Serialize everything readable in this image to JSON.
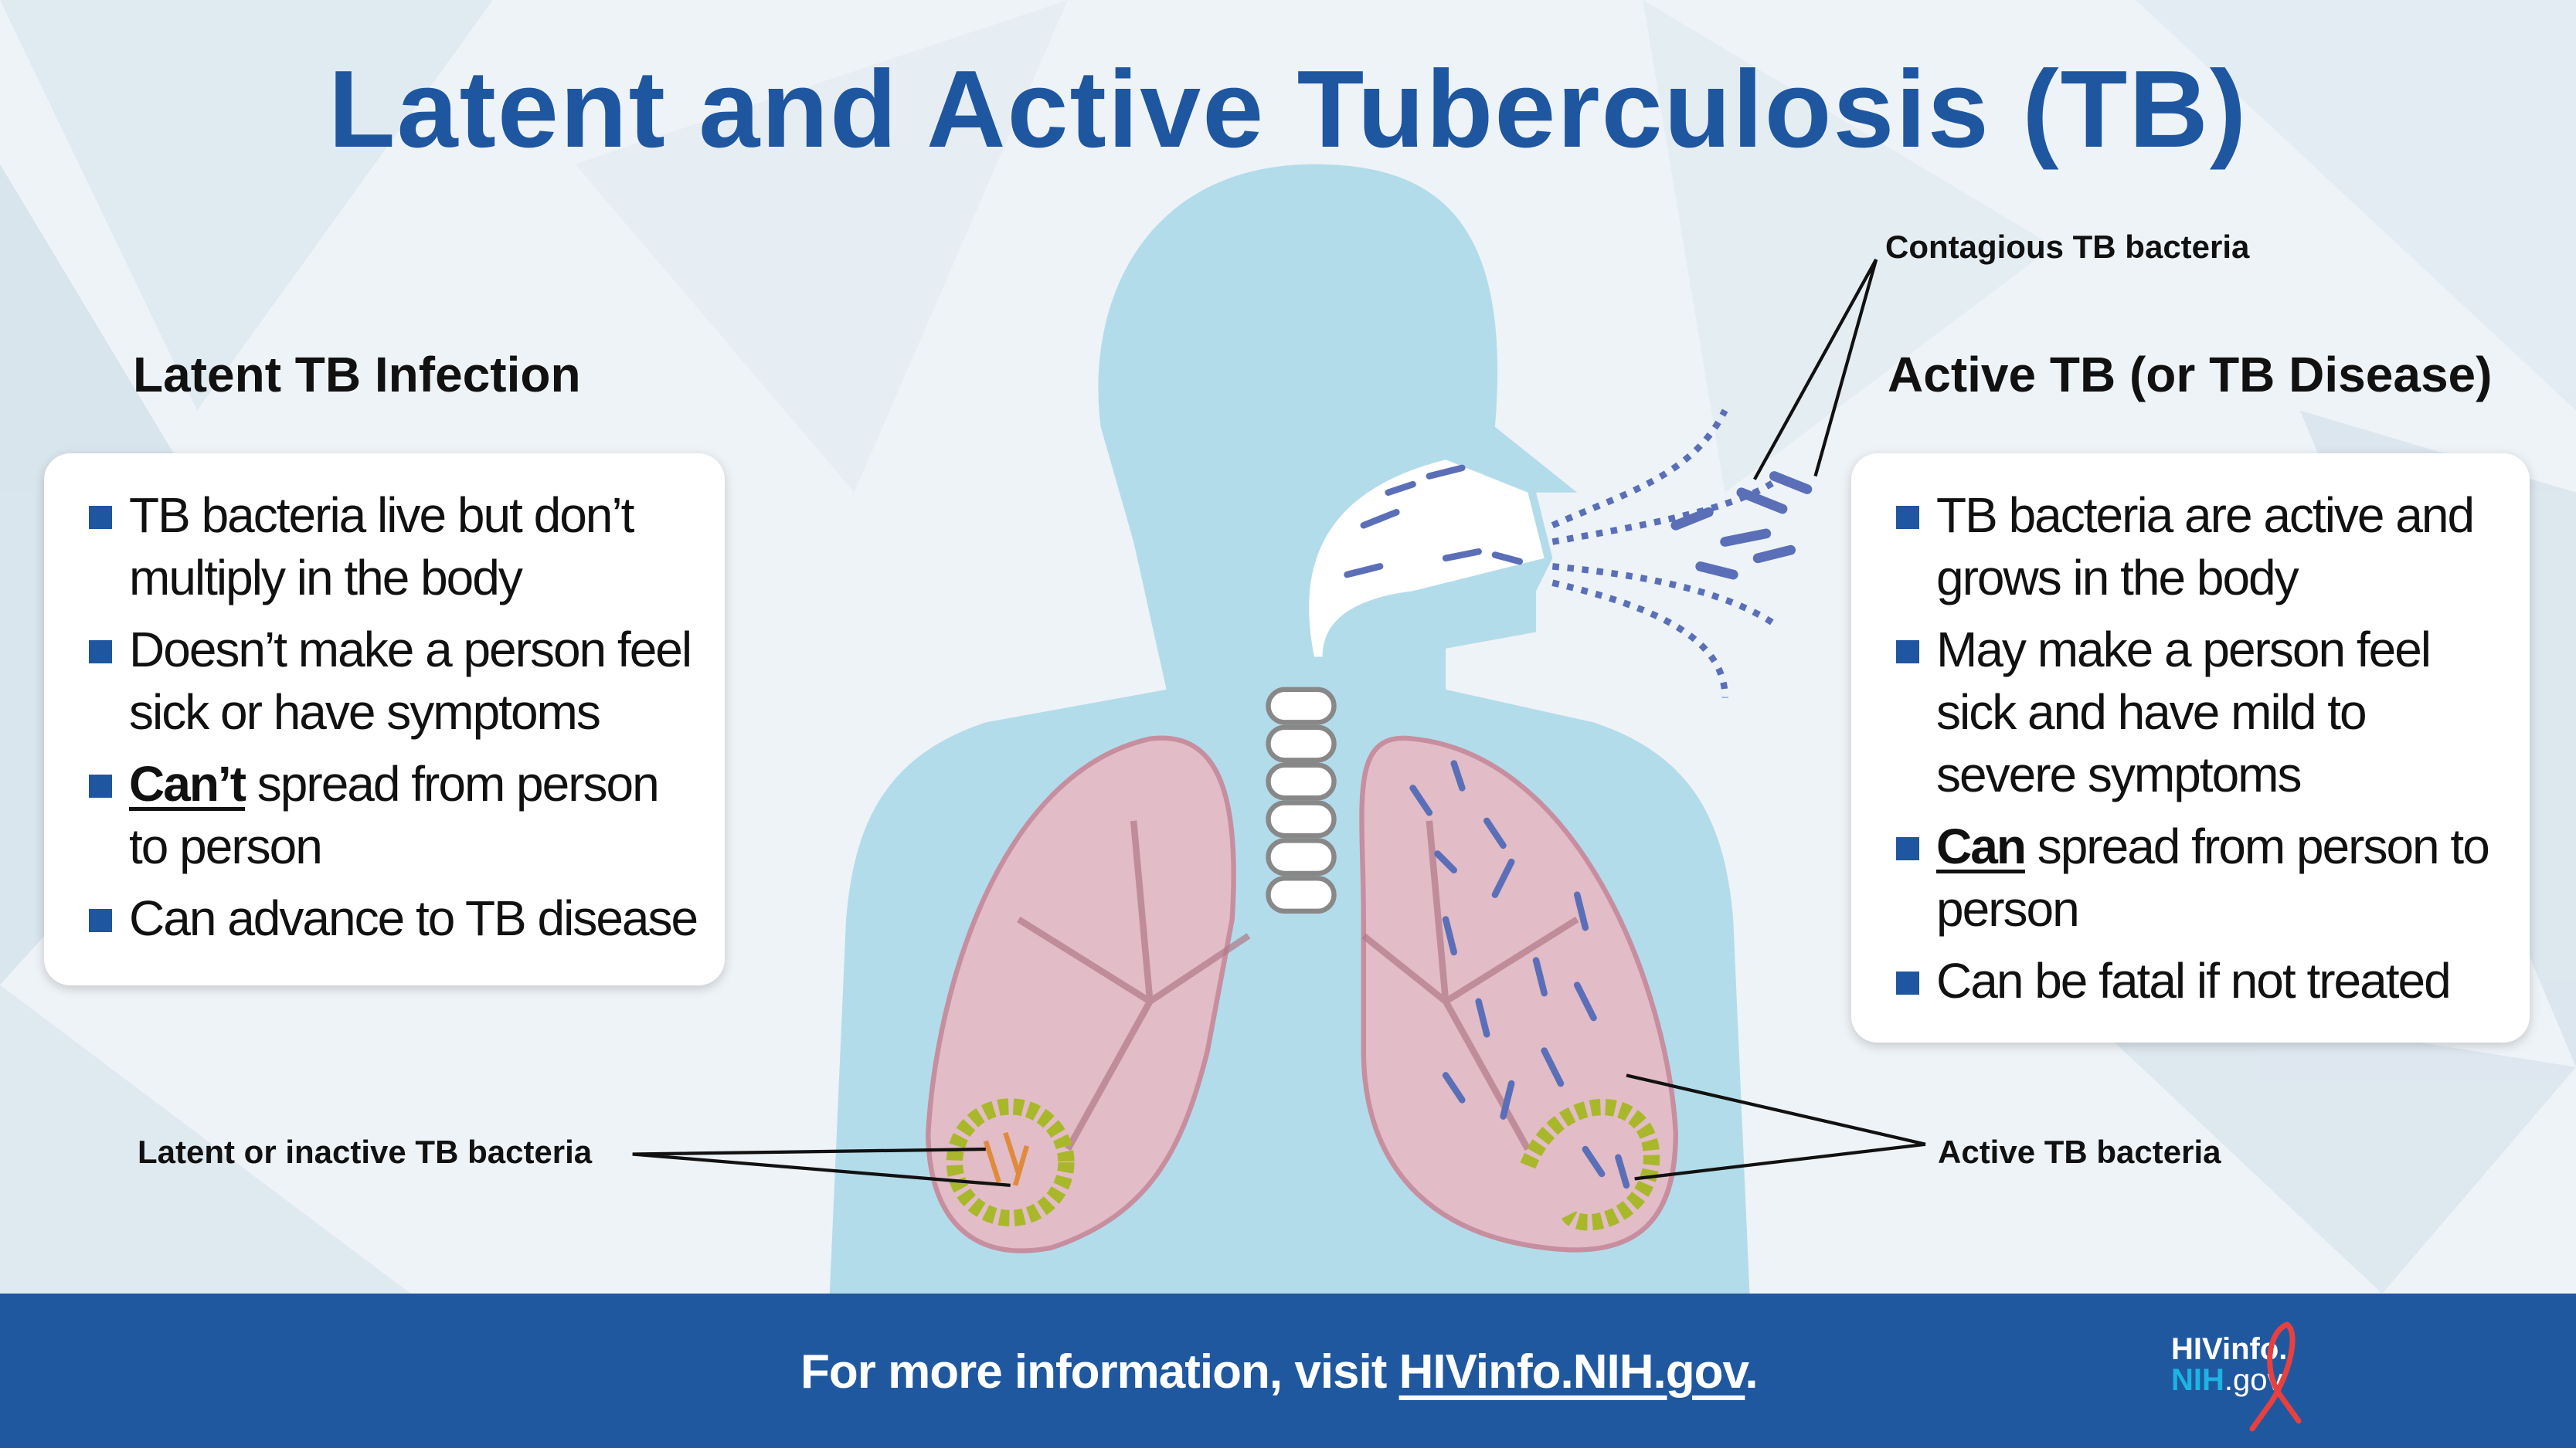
{
  "title": "Latent and Active Tuberculosis (TB)",
  "latent": {
    "heading": "Latent TB Infection",
    "bullets": [
      {
        "emph": "",
        "text": "TB bacteria live but don’t multiply in the body"
      },
      {
        "emph": "",
        "text": "Doesn’t make a person feel sick or have symptoms"
      },
      {
        "emph": "Can’t",
        "text": " spread from person to person"
      },
      {
        "emph": "",
        "text": "Can advance to TB disease"
      }
    ],
    "callout": "Latent or inactive TB bacteria"
  },
  "active": {
    "heading": "Active TB (or TB Disease)",
    "bullets": [
      {
        "emph": "",
        "text": "TB bacteria are active and grows in the body"
      },
      {
        "emph": "",
        "text": "May make a person feel sick and have mild to severe symptoms"
      },
      {
        "emph": "Can",
        "text": " spread from person to person"
      },
      {
        "emph": "",
        "text": "Can be fatal if not treated"
      }
    ],
    "callout": "Active TB bacteria",
    "contagious_callout": "Contagious TB bacteria"
  },
  "footer": {
    "text": "For more information, visit ",
    "link": "HIVinfo.NIH.gov",
    "after": ".",
    "logo_line1": "HIVinfo.",
    "logo_line2a": "NIH",
    "logo_line2b": ".gov"
  },
  "colors": {
    "brand_blue": "#1f56a0",
    "footer": "#2058a0",
    "body": "#b3dcea",
    "lung": "#e2bcc6",
    "bacteria_active": "#5a6fb8",
    "bacteria_latent": "#e08a3c",
    "granuloma": "#a8b82a",
    "ribbon": "#e8403f"
  }
}
